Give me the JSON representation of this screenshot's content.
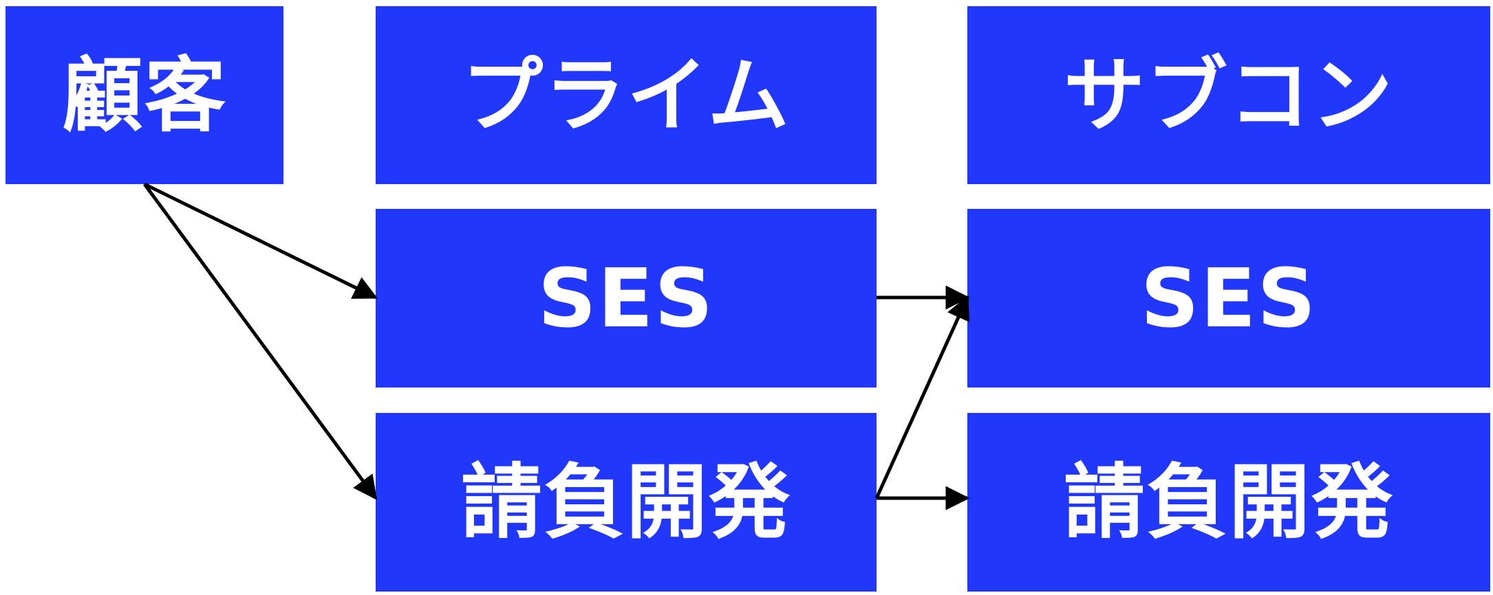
{
  "colors": {
    "box_fill": "#2137fb",
    "box_text": "#ffffff",
    "arrow": "#000000",
    "background": "#ffffff"
  },
  "nodes": {
    "customer": "顧客",
    "prime_header": "プライム",
    "subcon_header": "サブコン",
    "prime_ses": "SES",
    "subcon_ses": "SES",
    "prime_ukeoi": "請負開発",
    "subcon_ukeoi": "請負開発"
  },
  "edges": [
    {
      "from": "customer",
      "to": "prime_ses"
    },
    {
      "from": "customer",
      "to": "prime_ukeoi"
    },
    {
      "from": "prime_ses",
      "to": "subcon_ses"
    },
    {
      "from": "prime_ukeoi",
      "to": "subcon_ses"
    },
    {
      "from": "prime_ukeoi",
      "to": "subcon_ukeoi"
    }
  ]
}
